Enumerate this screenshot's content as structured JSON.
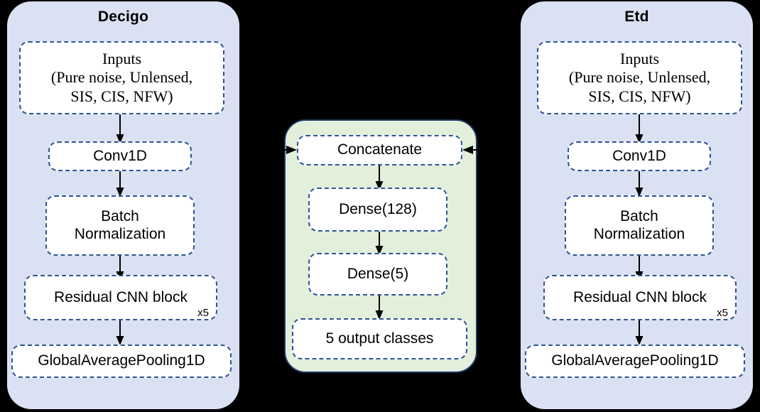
{
  "figure": {
    "background_color": "#000000",
    "branch_fill": "#d9e1f2",
    "head_fill": "#e2efda",
    "node_border_color": "#2e5496",
    "head_border_color": "#1f3864"
  },
  "branches": [
    {
      "title": "Decigo",
      "nodes": [
        {
          "label": "Inputs\n(Pure noise, Unlensed,\nSIS, CIS, NFW)",
          "sup": ""
        },
        {
          "label": "Conv1D",
          "sup": ""
        },
        {
          "label": "Batch\nNormalization",
          "sup": ""
        },
        {
          "label": "Residual CNN block",
          "sup": "x5"
        },
        {
          "label": "GlobalAveragePooling1D",
          "sup": ""
        }
      ]
    },
    {
      "title": "Etd",
      "nodes": [
        {
          "label": "Inputs\n(Pure noise, Unlensed,\nSIS, CIS, NFW)",
          "sup": ""
        },
        {
          "label": "Conv1D",
          "sup": ""
        },
        {
          "label": "Batch\nNormalization",
          "sup": ""
        },
        {
          "label": "Residual CNN block",
          "sup": "x5"
        },
        {
          "label": "GlobalAveragePooling1D",
          "sup": ""
        }
      ]
    }
  ],
  "head": {
    "nodes": [
      {
        "label": "Concatenate"
      },
      {
        "label": "Dense(128)"
      },
      {
        "label": "Dense(5)"
      },
      {
        "label": "5 output classes"
      }
    ]
  },
  "arrows": {
    "merge_left": "arrow-right-into-concatenate",
    "merge_right": "arrow-left-into-concatenate"
  }
}
